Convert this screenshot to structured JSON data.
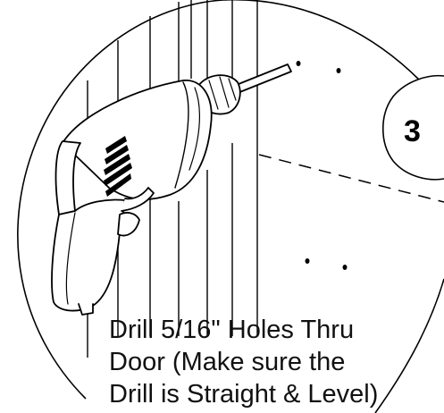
{
  "step": {
    "number": "3"
  },
  "instruction": {
    "lines": [
      "Drill 5/16\" Holes Thru",
      "Door (Make sure the",
      "Drill is Straight & Level)"
    ]
  },
  "colors": {
    "ink": "#000000",
    "background": "#ffffff"
  }
}
